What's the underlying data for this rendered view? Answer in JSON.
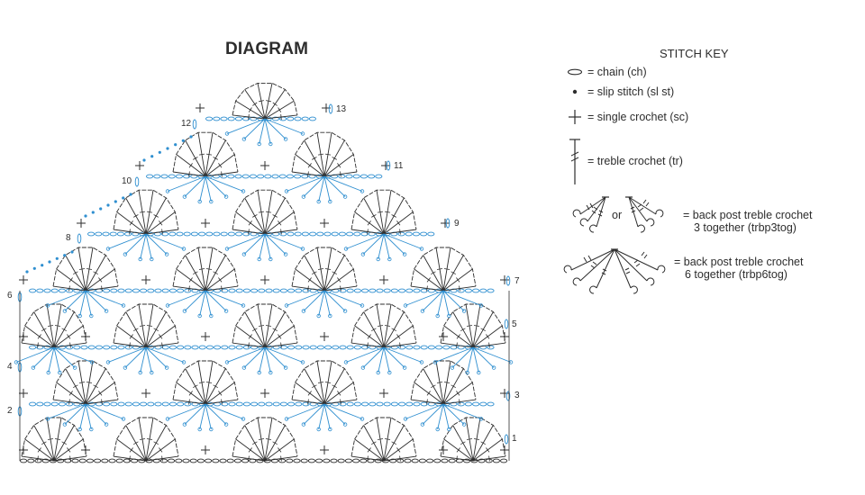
{
  "diagram": {
    "title": "DIAGRAM",
    "row_numbers": [
      "1",
      "2",
      "3",
      "4",
      "5",
      "6",
      "7",
      "8",
      "9",
      "10",
      "11",
      "12",
      "13"
    ],
    "colors": {
      "ink": "#2d2d2d",
      "blue": "#2f8fd0"
    }
  },
  "stitch_key": {
    "title": "STITCH KEY",
    "items": [
      {
        "symbol": "chain-icon",
        "label": "= chain (ch)"
      },
      {
        "symbol": "slip-stitch-icon",
        "label": "= slip stitch (sl st)"
      },
      {
        "symbol": "single-crochet-icon",
        "label": "= single crochet (sc)"
      },
      {
        "symbol": "treble-crochet-icon",
        "label": "= treble crochet (tr)"
      },
      {
        "symbol": "trbp3tog-icon",
        "or_text": "or",
        "label_line1": "= back post treble crochet",
        "label_line2": "3 together (trbp3tog)"
      },
      {
        "symbol": "trbp6tog-icon",
        "label_line1": "= back post treble crochet",
        "label_line2": "6 together (trbp6tog)"
      }
    ]
  }
}
